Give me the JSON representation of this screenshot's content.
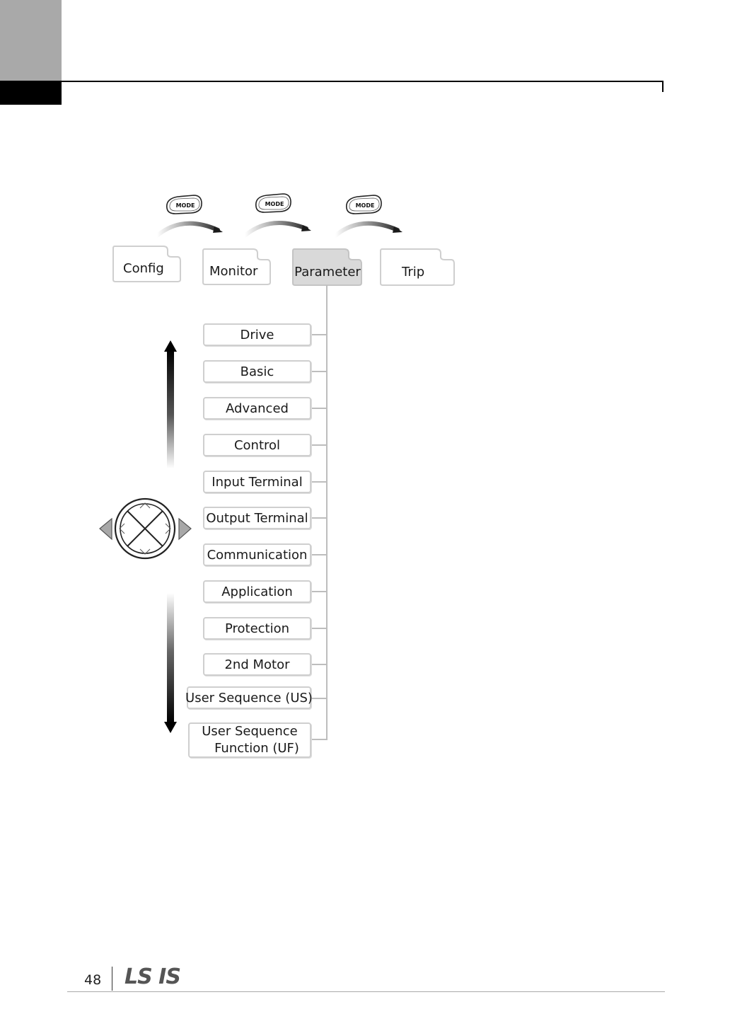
{
  "mode_keys": [
    "MODE",
    "MODE",
    "MODE"
  ],
  "folders": [
    "Config",
    "Monitor",
    "Parameter",
    "Trip"
  ],
  "menu_items": [
    "Drive",
    "Basic",
    "Advanced",
    "Control",
    "Input Terminal",
    "Output Terminal",
    "Communication",
    "Application",
    "Protection",
    "2nd Motor",
    "User Sequence (US)"
  ],
  "menu_item_last": [
    "User Sequence",
    "Function (UF)"
  ],
  "footer": {
    "page_number": "48",
    "logo_text": "LS IS"
  },
  "colors": {
    "active_folder": "#d9d9d9",
    "border": "#cfcfcf",
    "connector": "#bdbdbd"
  },
  "icons": [
    "mode-key-icon",
    "curved-arrow-icon",
    "up-arrow-icon",
    "down-arrow-icon",
    "navigation-dial-icon"
  ]
}
